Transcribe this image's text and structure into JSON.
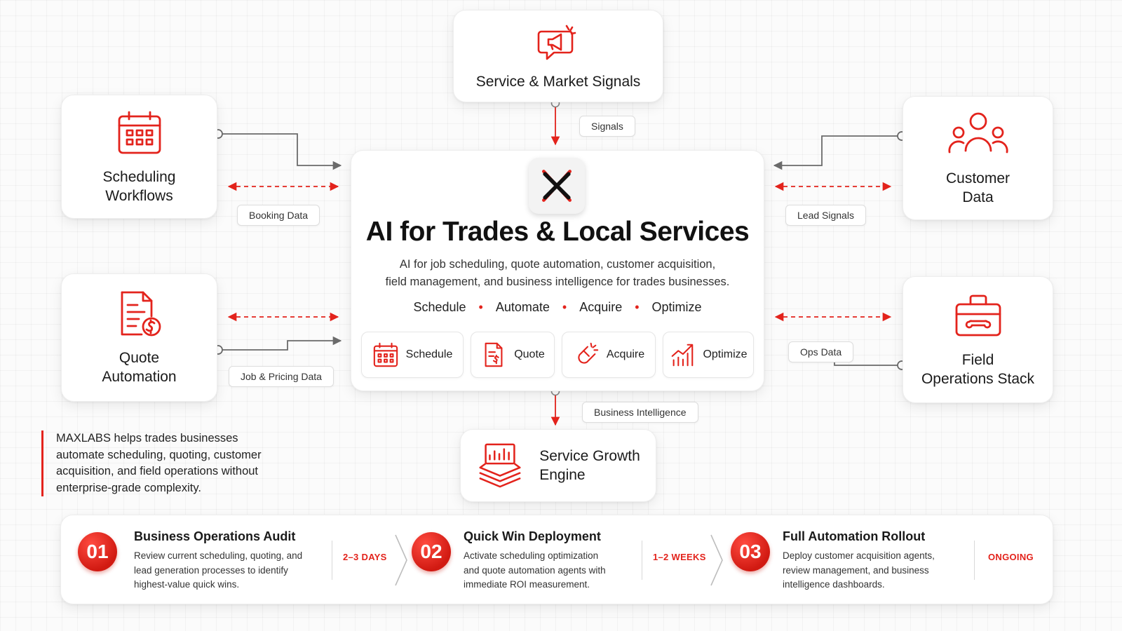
{
  "top_card": {
    "title": "Service & Market Signals",
    "icon": "megaphone-icon"
  },
  "left_cards": [
    {
      "title_line1": "Scheduling",
      "title_line2": "Workflows",
      "icon": "calendar-icon"
    },
    {
      "title_line1": "Quote",
      "title_line2": "Automation",
      "icon": "invoice-dollar-icon"
    }
  ],
  "right_cards": [
    {
      "title_line1": "Customer",
      "title_line2": "Data",
      "icon": "users-icon"
    },
    {
      "title_line1": "Field",
      "title_line2": "Operations Stack",
      "icon": "toolbox-icon"
    }
  ],
  "connector_labels": {
    "signals": "Signals",
    "booking_data": "Booking Data",
    "job_pricing_data": "Job & Pricing Data",
    "lead_signals": "Lead Signals",
    "ops_data": "Ops Data",
    "business_intelligence": "Business Intelligence"
  },
  "main": {
    "title": "AI for Trades & Local Services",
    "description_line1": "AI for job scheduling, quote automation, customer acquisition,",
    "description_line2": "field management, and business intelligence for trades businesses.",
    "pillars": [
      "Schedule",
      "Automate",
      "Acquire",
      "Optimize"
    ],
    "features": [
      {
        "label": "Schedule",
        "icon": "calendar-icon"
      },
      {
        "label": "Quote",
        "icon": "invoice-icon"
      },
      {
        "label": "Acquire",
        "icon": "magnet-icon"
      },
      {
        "label": "Optimize",
        "icon": "growth-chart-icon"
      }
    ]
  },
  "growth_card": {
    "title_line1": "Service Growth",
    "title_line2": "Engine",
    "icon": "layered-dashboard-icon"
  },
  "summary": {
    "line1": "MAXLABS helps trades businesses",
    "line2": "automate scheduling, quoting, customer",
    "line3": "acquisition, and field operations without",
    "line4": "enterprise-grade complexity."
  },
  "roadmap": [
    {
      "number": "01",
      "title": "Business Operations Audit",
      "desc_line1": "Review current scheduling, quoting, and",
      "desc_line2": "lead generation processes to identify",
      "desc_line3": "highest-value quick wins.",
      "duration": "2–3 DAYS"
    },
    {
      "number": "02",
      "title": "Quick Win Deployment",
      "desc_line1": "Activate scheduling optimization",
      "desc_line2": "and quote automation agents with",
      "desc_line3": "immediate ROI measurement.",
      "duration": "1–2 WEEKS"
    },
    {
      "number": "03",
      "title": "Full Automation Rollout",
      "desc_line1": "Deploy customer acquisition agents,",
      "desc_line2": "review management, and business",
      "desc_line3": "intelligence dashboards.",
      "duration": "ONGOING"
    }
  ],
  "colors": {
    "accent": "#e3231c",
    "connector": "#6b6b6b",
    "text": "#1a1a1a"
  }
}
